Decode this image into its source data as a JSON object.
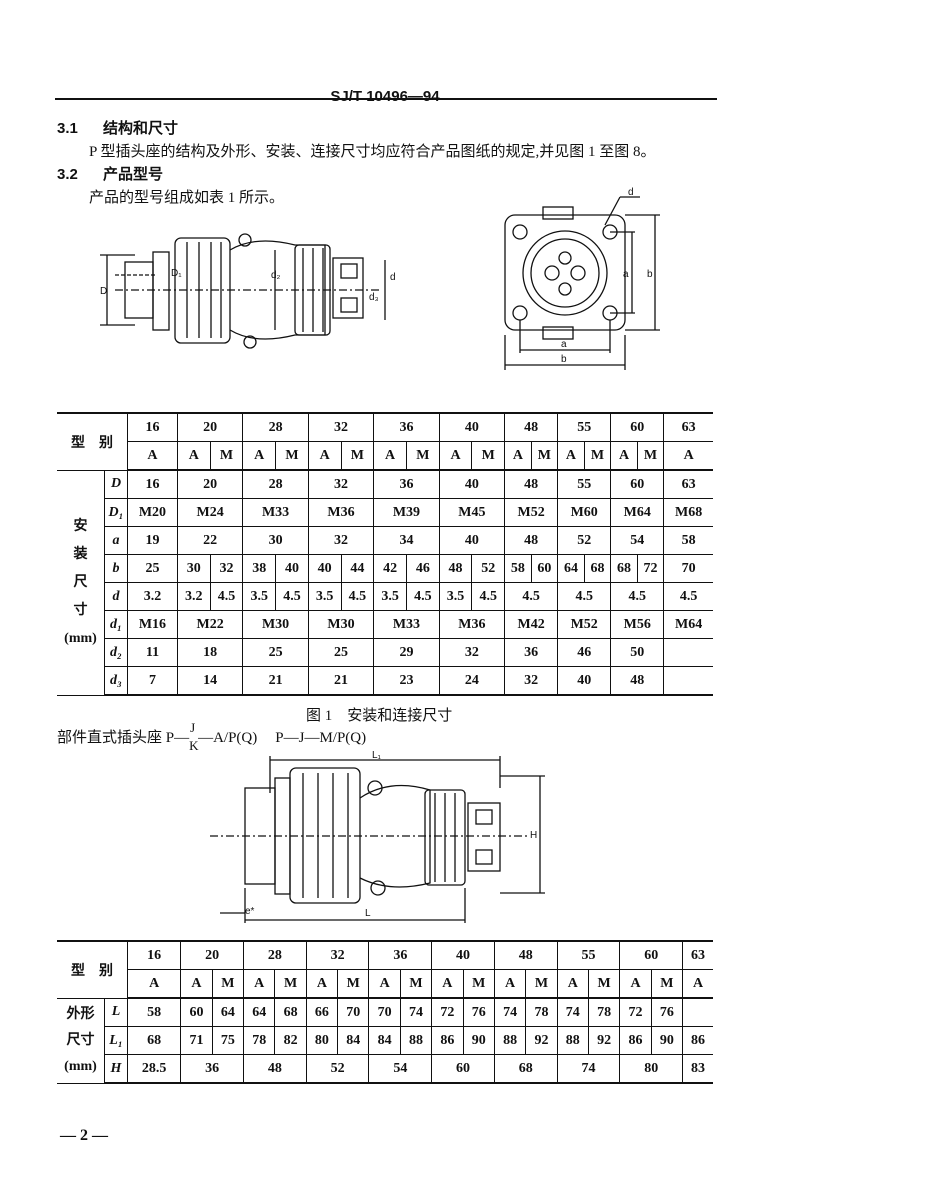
{
  "header": {
    "standard_no": "SJ/T 10496—94"
  },
  "section_3_1": {
    "number": "3.1",
    "title": "结构和尺寸",
    "body": "P 型插头座的结构及外形、安装、连接尺寸均应符合产品图纸的规定,并见图 1 至图 8。"
  },
  "section_3_2": {
    "number": "3.2",
    "title": "产品型号",
    "body": "产品的型号组成如表 1 所示。"
  },
  "figure1": {
    "side_labels": {
      "D": "D",
      "D1": "D₁",
      "d2": "d₂",
      "d1": "d₁",
      "d3": "d₃"
    },
    "front_labels": {
      "d": "d",
      "a_v": "a",
      "b_v": "b",
      "a_h": "a",
      "b_h": "b"
    },
    "caption": "图 1　安装和连接尺寸"
  },
  "table1": {
    "type_label": "型　别",
    "group_label": "安\n装\n尺\n寸\n(mm)",
    "models": [
      "16",
      "20",
      "28",
      "32",
      "36",
      "40",
      "48",
      "55",
      "60",
      "63"
    ],
    "variants": [
      "A",
      [
        "A",
        "M"
      ],
      [
        "A",
        "M"
      ],
      [
        "A",
        "M"
      ],
      [
        "A",
        "M"
      ],
      [
        "A",
        "M"
      ],
      [
        "A",
        "M"
      ],
      [
        "A",
        "M"
      ],
      [
        "A",
        "M"
      ],
      "A"
    ],
    "rows": [
      {
        "param": "D",
        "values": [
          "16",
          "20",
          "28",
          "32",
          "36",
          "40",
          "48",
          "55",
          "60",
          "63"
        ]
      },
      {
        "param": "D₁",
        "values": [
          "M20",
          "M24",
          "M33",
          "M36",
          "M39",
          "M45",
          "M52",
          "M60",
          "M64",
          "M68"
        ]
      },
      {
        "param": "a",
        "values": [
          "19",
          "22",
          "30",
          "32",
          "34",
          "40",
          "48",
          "52",
          "54",
          "58"
        ]
      },
      {
        "param": "b",
        "values": [
          "25",
          [
            "30",
            "32"
          ],
          [
            "38",
            "40"
          ],
          [
            "40",
            "44"
          ],
          [
            "42",
            "46"
          ],
          [
            "48",
            "52"
          ],
          [
            "58",
            "60"
          ],
          [
            "64",
            "68"
          ],
          [
            "68",
            "72"
          ],
          "70"
        ]
      },
      {
        "param": "d",
        "values": [
          "3.2",
          [
            "3.2",
            "4.5"
          ],
          [
            "3.5",
            "4.5"
          ],
          [
            "3.5",
            "4.5"
          ],
          [
            "3.5",
            "4.5"
          ],
          [
            "3.5",
            "4.5"
          ],
          "4.5",
          "4.5",
          "4.5",
          "4.5"
        ]
      },
      {
        "param": "d₁",
        "values": [
          "M16",
          "M22",
          "M30",
          "M30",
          "M33",
          "M36",
          "M42",
          "M52",
          "M56",
          "M64"
        ]
      },
      {
        "param": "d₂",
        "values": [
          "11",
          "18",
          "25",
          "25",
          "29",
          "32",
          "36",
          "46",
          "50",
          ""
        ]
      },
      {
        "param": "d₃",
        "values": [
          "7",
          "14",
          "21",
          "21",
          "23",
          "24",
          "32",
          "40",
          "48",
          ""
        ]
      }
    ]
  },
  "assembly": {
    "title_prefix": "部件直式插头座 P—",
    "j": "J",
    "k": "K",
    "title_mid": "—A/P(Q)",
    "title_alt": "P—J—M/P(Q)",
    "labels": {
      "L1": "L₁",
      "H": "H",
      "e": "e*",
      "L": "L"
    }
  },
  "table2": {
    "type_label": "型　别",
    "group_label": "外形\n尺寸\n(mm)",
    "models": [
      "16",
      "20",
      "28",
      "32",
      "36",
      "40",
      "48",
      "55",
      "60",
      "63"
    ],
    "variants": [
      "A",
      [
        "A",
        "M"
      ],
      [
        "A",
        "M"
      ],
      [
        "A",
        "M"
      ],
      [
        "A",
        "M"
      ],
      [
        "A",
        "M"
      ],
      [
        "A",
        "M"
      ],
      [
        "A",
        "M"
      ],
      [
        "A",
        "M"
      ],
      "A"
    ],
    "rows": [
      {
        "param": "L",
        "values": [
          "58",
          [
            "60",
            "64"
          ],
          [
            "64",
            "68"
          ],
          [
            "66",
            "70"
          ],
          [
            "70",
            "74"
          ],
          [
            "72",
            "76"
          ],
          [
            "74",
            "78"
          ],
          [
            "74",
            "78"
          ],
          [
            "72",
            "76"
          ],
          ""
        ]
      },
      {
        "param": "L₁",
        "values": [
          "68",
          [
            "71",
            "75"
          ],
          [
            "78",
            "82"
          ],
          [
            "80",
            "84"
          ],
          [
            "84",
            "88"
          ],
          [
            "86",
            "90"
          ],
          [
            "88",
            "92"
          ],
          [
            "88",
            "92"
          ],
          [
            "86",
            "90"
          ],
          "86"
        ]
      },
      {
        "param": "H",
        "values": [
          "28.5",
          "36",
          "48",
          "52",
          "54",
          "60",
          "68",
          "74",
          "80",
          "83"
        ]
      }
    ]
  },
  "footer": {
    "page": "— 2 —"
  }
}
